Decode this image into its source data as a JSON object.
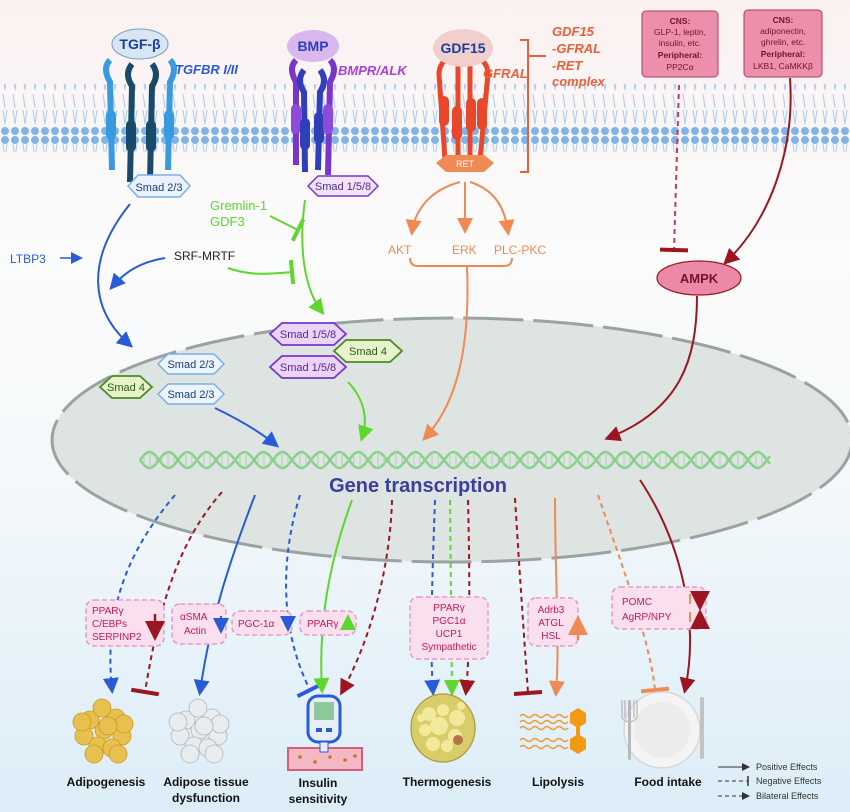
{
  "ligands": {
    "tgfb": "TGF-β",
    "bmp": "BMP",
    "gdf15": "GDF15"
  },
  "receptors": {
    "tgfbr": "TGFBR I/II",
    "bmpr": "BMPR/ALK",
    "gfral": "GFRAL",
    "ret": "RET",
    "complex_lines": [
      "GDF15",
      "-GFRAL",
      "-RET",
      "complex"
    ]
  },
  "boxes": {
    "cns1": {
      "title": "CNS:",
      "lines": [
        "GLP-1, leptin,",
        "insulin, etc."
      ],
      "peripheral_title": "Peripheral:",
      "peripheral": "PP2Cα"
    },
    "cns2": {
      "title": "CNS:",
      "lines": [
        "adiponectin,",
        "ghrelin, etc."
      ],
      "peripheral_title": "Peripheral:",
      "peripheral": "LKB1, CaMKKβ"
    }
  },
  "cytoplasm": {
    "smad23_top": "Smad 2/3",
    "smad158_top": "Smad 1/5/8",
    "gremlin": "Gremlin-1",
    "gdf3": "GDF3",
    "ltbp3": "LTBP3",
    "srf": "SRF-MRTF",
    "akt": "AKT",
    "erk": "ERK",
    "plc": "PLC-PKC",
    "ampk": "AMPK"
  },
  "nucleus": {
    "smad4_left": "Smad 4",
    "smad23_a": "Smad 2/3",
    "smad23_b": "Smad 2/3",
    "smad158_a": "Smad 1/5/8",
    "smad158_b": "Smad 1/5/8",
    "smad4_right": "Smad 4",
    "gene_transcription": "Gene transcription"
  },
  "markers": {
    "adipo": [
      "PPARγ",
      "C/EBPs",
      "SERPINP2"
    ],
    "dysf": [
      "αSMA",
      "Actin"
    ],
    "pgc": "PGC-1α",
    "ppar": "PPARγ",
    "thermo": [
      "PPARγ",
      "PGC1α",
      "UCP1",
      "Sympathetic"
    ],
    "lipo": [
      "Adrb3",
      "ATGL",
      "HSL"
    ],
    "food": [
      "POMC",
      "AgRP/NPY"
    ]
  },
  "outcomes": {
    "adipogenesis": [
      "Adipogenesis"
    ],
    "dysfunction": [
      "Adipose tissue",
      "dysfunction"
    ],
    "insulin": [
      "Insulin",
      "sensitivity"
    ],
    "thermogenesis": [
      "Thermogenesis"
    ],
    "lipolysis": [
      "Lipolysis"
    ],
    "food": [
      "Food intake"
    ]
  },
  "legend": {
    "positive": "Positive Effects",
    "negative": "Negative Effects",
    "bilateral": "Bilateral Effects"
  },
  "colors": {
    "tgf_blue": "#2a5bd7",
    "bmp_purple": "#7b35c9",
    "gdf15_red": "#e8472a",
    "green": "#5ed62e",
    "orange": "#ef8a55",
    "dark_red": "#9c1520",
    "gene_text": "#3a3f9e",
    "marker_text": "#c2185b"
  }
}
